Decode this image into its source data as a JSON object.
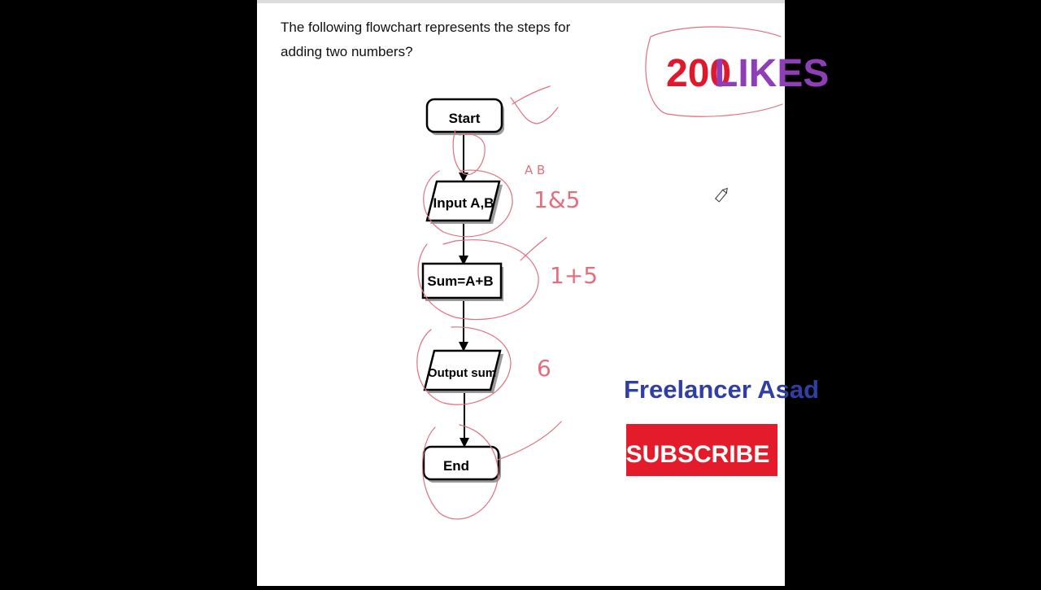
{
  "question": {
    "line1": "The following flowchart represents the steps for",
    "line2": "adding two numbers?"
  },
  "flowchart": {
    "nodes": [
      {
        "id": "start",
        "shape": "terminal",
        "label": "Start"
      },
      {
        "id": "input",
        "shape": "parallelogram",
        "label": "Input A,B"
      },
      {
        "id": "process",
        "shape": "rectangle",
        "label": "Sum=A+B"
      },
      {
        "id": "output",
        "shape": "parallelogram",
        "label": "Output sum"
      },
      {
        "id": "end",
        "shape": "terminal",
        "label": "End"
      }
    ],
    "edges": [
      {
        "from": "start",
        "to": "input"
      },
      {
        "from": "input",
        "to": "process"
      },
      {
        "from": "process",
        "to": "output"
      },
      {
        "from": "output",
        "to": "end"
      }
    ]
  },
  "annotations": {
    "ab_note": "A B",
    "input_note": "1&5",
    "sum_note": "1+5",
    "output_note": "6"
  },
  "likes": {
    "number": "200",
    "word": "LIKES",
    "number_color": "#e0182d",
    "word_color": "#8e3fb5"
  },
  "brand": {
    "name": "Freelancer Asad",
    "color": "#2f3fa6"
  },
  "subscribe": {
    "label": "SUBSCRIBE",
    "bg_color": "#e31b2b"
  },
  "cursor_icon": "pencil-icon"
}
